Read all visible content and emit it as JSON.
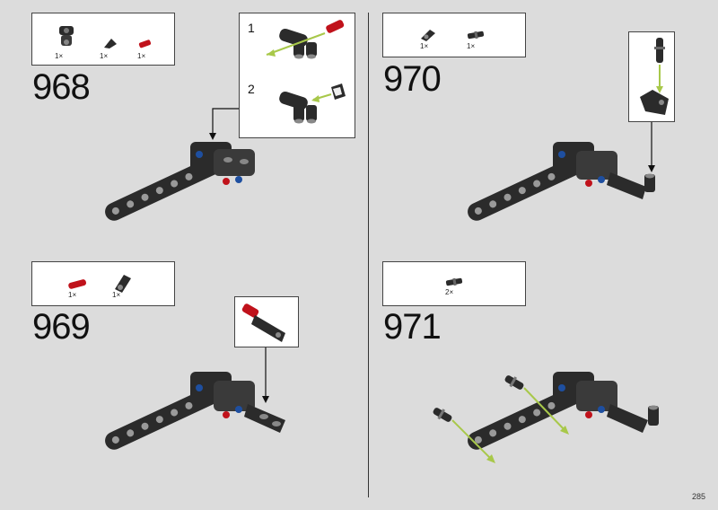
{
  "page": {
    "number": "285"
  },
  "steps": [
    {
      "number": "968",
      "parts": [
        {
          "qty": "1×",
          "icon": "connector-black-icon"
        },
        {
          "qty": "1×",
          "icon": "wedge-black-icon"
        },
        {
          "qty": "1×",
          "icon": "pin-red-icon"
        }
      ],
      "subassembly": {
        "steps": [
          {
            "label": "1"
          },
          {
            "label": "2"
          }
        ]
      }
    },
    {
      "number": "969",
      "parts": [
        {
          "qty": "1×",
          "icon": "pin-red-icon"
        },
        {
          "qty": "1×",
          "icon": "axle-connector-black-icon"
        }
      ]
    },
    {
      "number": "970",
      "parts": [
        {
          "qty": "1×",
          "icon": "connector-black-icon"
        },
        {
          "qty": "1×",
          "icon": "axle-pin-black-icon"
        }
      ]
    },
    {
      "number": "971",
      "parts": [
        {
          "qty": "2×",
          "icon": "axle-pin-black-icon"
        }
      ]
    }
  ],
  "colors": {
    "background": "#dcdcdc",
    "brick": "#2b2b2b",
    "red": "#c0121b",
    "blue": "#1e4fa0",
    "arrow": "#a8c84a"
  }
}
